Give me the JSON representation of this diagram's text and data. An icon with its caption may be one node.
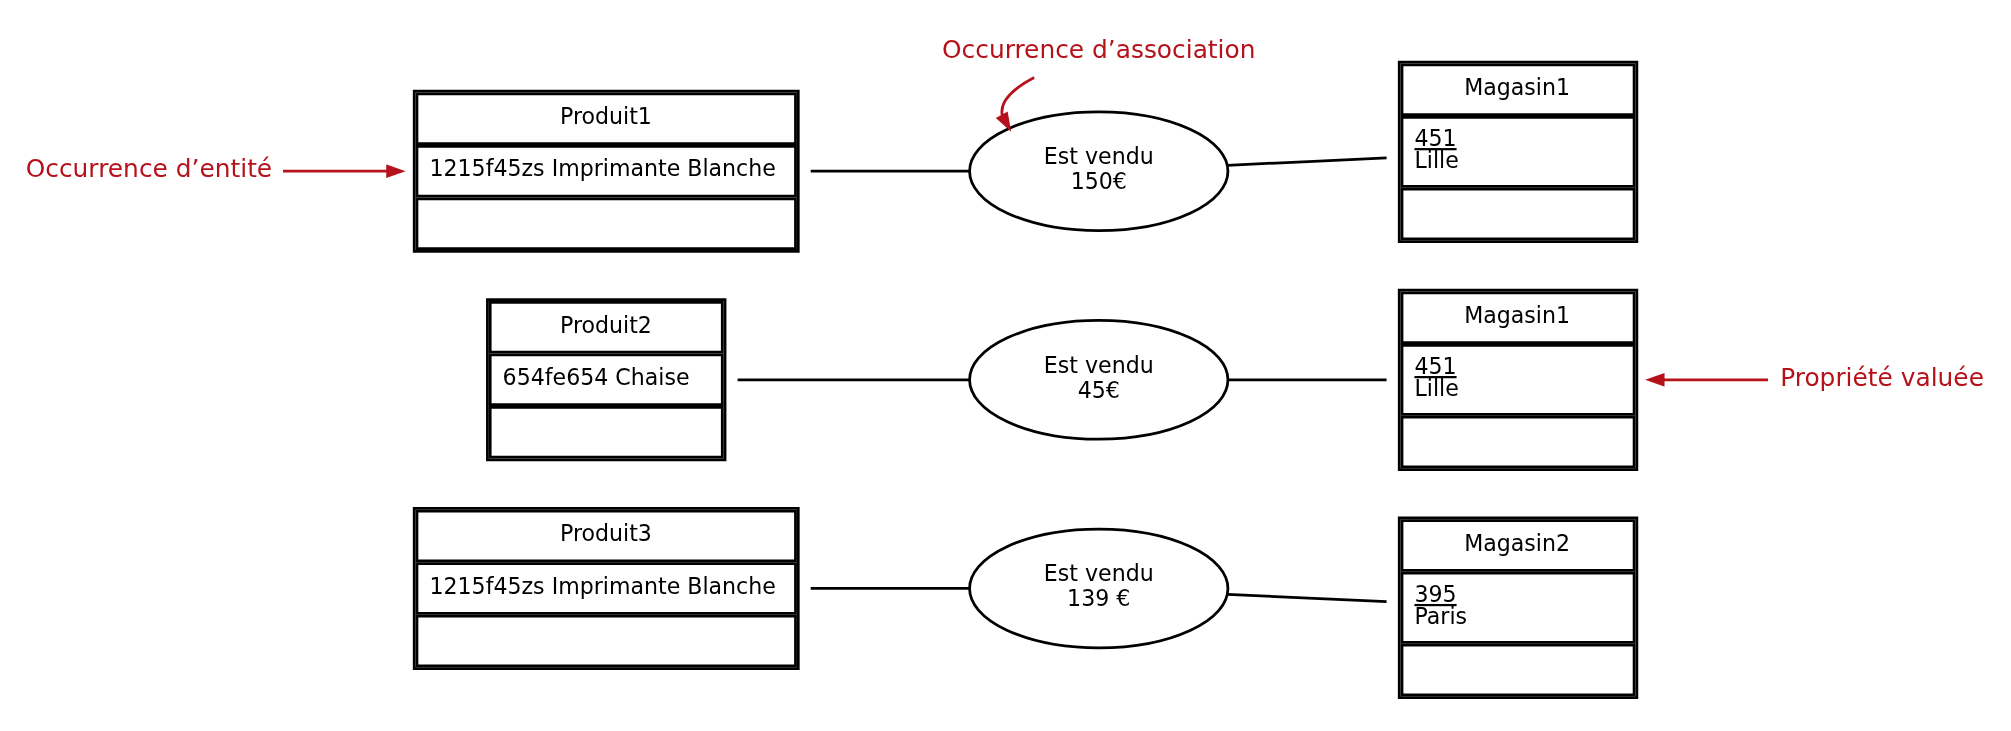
{
  "diagram": {
    "nodes": [
      {
        "text": [
          "Produit1",
          "1215f45zs Imprimante Blanche"
        ]
      },
      {
        "text": [
          "Magasin1",
          "451",
          "Lille"
        ]
      },
      {
        "text": [
          "Produit2",
          "654fe654 Chaise"
        ]
      },
      {
        "text": [
          "Magasin1",
          "451",
          "Lille"
        ]
      },
      {
        "text": [
          "Produit3",
          "1215f45zs Imprimante Blanche"
        ]
      },
      {
        "text": [
          "Magasin2",
          "395",
          "Paris"
        ]
      },
      {
        "text": [
          "Est vendu",
          "150€"
        ]
      },
      {
        "text": [
          "Est vendu",
          "45€"
        ]
      },
      {
        "text": [
          "Est vendu",
          "139 €"
        ]
      },
      {
        "text": [
          "Occurrence d’entité"
        ]
      },
      {
        "text": [
          "Occurrence d’association"
        ]
      },
      {
        "text": [
          "Propriété valuée"
        ]
      }
    ],
    "edges": [
      {
        "from": 0,
        "to": 6,
        "arrow": "none"
      },
      {
        "from": 6,
        "to": 1,
        "arrow": "none"
      },
      {
        "from": 2,
        "to": 7,
        "arrow": "none"
      },
      {
        "from": 7,
        "to": 3,
        "arrow": "none"
      },
      {
        "from": 4,
        "to": 8,
        "arrow": "none"
      },
      {
        "from": 8,
        "to": 5,
        "arrow": "none"
      },
      {
        "from": 9,
        "to": 0,
        "arrow": "to",
        "color": "#b5121b"
      },
      {
        "from": 10,
        "to": 6,
        "arrow": "to",
        "color": "#b5121b"
      },
      {
        "from": 11,
        "to": 3,
        "arrow": "to",
        "color": "#b5121b"
      }
    ]
  }
}
